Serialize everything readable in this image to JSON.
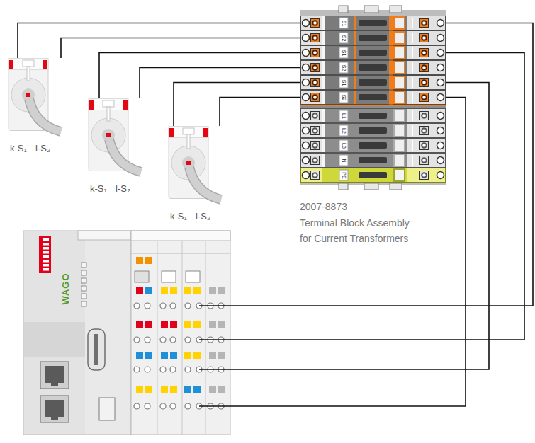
{
  "diagram": {
    "nodes": [
      {
        "text": [
          "2007-8873",
          "Terminal Block Assembly for Current Transformers"
        ]
      },
      {
        "text": [
          "S1"
        ],
        "in": 0
      },
      {
        "text": [
          "S2"
        ],
        "in": 0
      },
      {
        "text": [
          "S1"
        ],
        "in": 0
      },
      {
        "text": [
          "S2"
        ],
        "in": 0
      },
      {
        "text": [
          "S1"
        ],
        "in": 0
      },
      {
        "text": [
          "S2"
        ],
        "in": 0
      },
      {
        "text": [
          "L1"
        ],
        "in": 0
      },
      {
        "text": [
          "L2"
        ],
        "in": 0
      },
      {
        "text": [
          "L3"
        ],
        "in": 0
      },
      {
        "text": [
          "N"
        ],
        "in": 0
      },
      {
        "text": [
          "PE"
        ],
        "in": 0
      },
      {
        "text": [
          "k-S₁",
          "l-S₂"
        ]
      },
      {
        "text": [
          "k-S₁",
          "l-S₂"
        ]
      },
      {
        "text": [
          "k-S₁",
          "l-S₂"
        ]
      },
      {
        "text": [
          "WAGO"
        ]
      }
    ],
    "edges": [
      {
        "from": 12,
        "to": 1,
        "arrow": "none"
      },
      {
        "from": 12,
        "to": 2,
        "arrow": "none"
      },
      {
        "from": 13,
        "to": 3,
        "arrow": "none"
      },
      {
        "from": 13,
        "to": 4,
        "arrow": "none"
      },
      {
        "from": 14,
        "to": 5,
        "arrow": "none"
      },
      {
        "from": 14,
        "to": 6,
        "arrow": "none"
      },
      {
        "from": 1,
        "to": 15,
        "arrow": "none"
      },
      {
        "from": 3,
        "to": 15,
        "arrow": "none"
      },
      {
        "from": 5,
        "to": 15,
        "arrow": "none"
      },
      {
        "from": 6,
        "to": 15,
        "arrow": "none"
      }
    ]
  }
}
